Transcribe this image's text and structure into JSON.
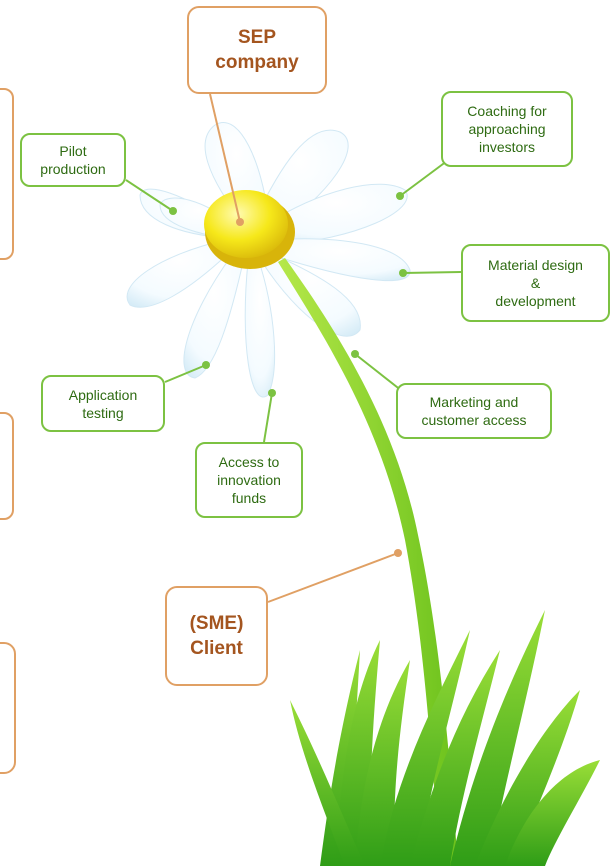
{
  "provider": {
    "label": "SEP\ncompany"
  },
  "client": {
    "label": "(SME)\nClient"
  },
  "services": [
    {
      "label": "Pilot\nproduction"
    },
    {
      "label": "Coaching for\napproaching\ninvestors"
    },
    {
      "label": "Material design\n&\ndevelopment"
    },
    {
      "label": "Marketing and\ncustomer access"
    },
    {
      "label": "Access to\ninnovation\nfunds"
    },
    {
      "label": "Application\ntesting"
    }
  ],
  "colors": {
    "service_border": "#7cc242",
    "service_text": "#2e6b12",
    "role_border": "#e0a064",
    "role_text": "#a4551f",
    "flower_center": "#f4e215",
    "stem": "#8ad62a"
  }
}
